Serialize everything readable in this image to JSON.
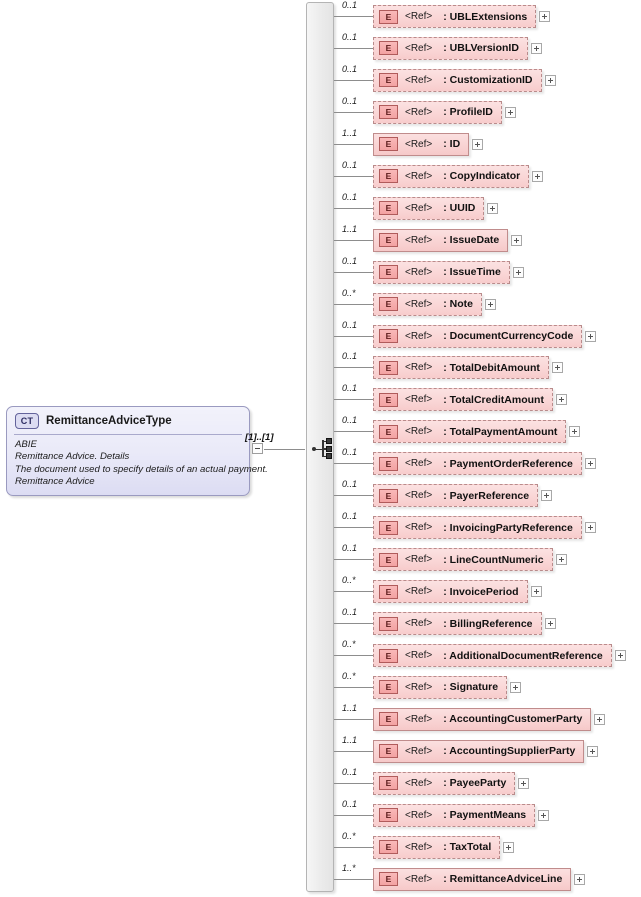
{
  "diagram": {
    "kind": "xsd-schema-diagram",
    "root_type": {
      "badge": "CT",
      "name": "RemittanceAdviceType",
      "documentation": [
        "ABIE",
        "Remittance Advice. Details",
        "The document used to specify details of an actual payment.",
        "Remittance Advice"
      ],
      "occurs": "[1]..[1]",
      "collapse_icon": "minus-icon"
    },
    "compositor": {
      "icon": "sequence-icon",
      "type": "sequence"
    },
    "elements": [
      {
        "occurs": "0..1",
        "badge": "E",
        "ref": "<Ref>",
        "name": ": UBLExtensions",
        "required": false
      },
      {
        "occurs": "0..1",
        "badge": "E",
        "ref": "<Ref>",
        "name": ": UBLVersionID",
        "required": false
      },
      {
        "occurs": "0..1",
        "badge": "E",
        "ref": "<Ref>",
        "name": ": CustomizationID",
        "required": false
      },
      {
        "occurs": "0..1",
        "badge": "E",
        "ref": "<Ref>",
        "name": ": ProfileID",
        "required": false
      },
      {
        "occurs": "1..1",
        "badge": "E",
        "ref": "<Ref>",
        "name": ": ID",
        "required": true
      },
      {
        "occurs": "0..1",
        "badge": "E",
        "ref": "<Ref>",
        "name": ": CopyIndicator",
        "required": false
      },
      {
        "occurs": "0..1",
        "badge": "E",
        "ref": "<Ref>",
        "name": ": UUID",
        "required": false
      },
      {
        "occurs": "1..1",
        "badge": "E",
        "ref": "<Ref>",
        "name": ": IssueDate",
        "required": true
      },
      {
        "occurs": "0..1",
        "badge": "E",
        "ref": "<Ref>",
        "name": ": IssueTime",
        "required": false
      },
      {
        "occurs": "0..*",
        "badge": "E",
        "ref": "<Ref>",
        "name": ": Note",
        "required": false
      },
      {
        "occurs": "0..1",
        "badge": "E",
        "ref": "<Ref>",
        "name": ": DocumentCurrencyCode",
        "required": false
      },
      {
        "occurs": "0..1",
        "badge": "E",
        "ref": "<Ref>",
        "name": ": TotalDebitAmount",
        "required": false
      },
      {
        "occurs": "0..1",
        "badge": "E",
        "ref": "<Ref>",
        "name": ": TotalCreditAmount",
        "required": false
      },
      {
        "occurs": "0..1",
        "badge": "E",
        "ref": "<Ref>",
        "name": ": TotalPaymentAmount",
        "required": false
      },
      {
        "occurs": "0..1",
        "badge": "E",
        "ref": "<Ref>",
        "name": ": PaymentOrderReference",
        "required": false
      },
      {
        "occurs": "0..1",
        "badge": "E",
        "ref": "<Ref>",
        "name": ": PayerReference",
        "required": false
      },
      {
        "occurs": "0..1",
        "badge": "E",
        "ref": "<Ref>",
        "name": ": InvoicingPartyReference",
        "required": false
      },
      {
        "occurs": "0..1",
        "badge": "E",
        "ref": "<Ref>",
        "name": ": LineCountNumeric",
        "required": false
      },
      {
        "occurs": "0..*",
        "badge": "E",
        "ref": "<Ref>",
        "name": ": InvoicePeriod",
        "required": false
      },
      {
        "occurs": "0..1",
        "badge": "E",
        "ref": "<Ref>",
        "name": ": BillingReference",
        "required": false
      },
      {
        "occurs": "0..*",
        "badge": "E",
        "ref": "<Ref>",
        "name": ": AdditionalDocumentReference",
        "required": false
      },
      {
        "occurs": "0..*",
        "badge": "E",
        "ref": "<Ref>",
        "name": ": Signature",
        "required": false
      },
      {
        "occurs": "1..1",
        "badge": "E",
        "ref": "<Ref>",
        "name": ": AccountingCustomerParty",
        "required": true
      },
      {
        "occurs": "1..1",
        "badge": "E",
        "ref": "<Ref>",
        "name": ": AccountingSupplierParty",
        "required": true
      },
      {
        "occurs": "0..1",
        "badge": "E",
        "ref": "<Ref>",
        "name": ": PayeeParty",
        "required": false
      },
      {
        "occurs": "0..1",
        "badge": "E",
        "ref": "<Ref>",
        "name": ": PaymentMeans",
        "required": false
      },
      {
        "occurs": "0..*",
        "badge": "E",
        "ref": "<Ref>",
        "name": ": TaxTotal",
        "required": false
      },
      {
        "occurs": "1..*",
        "badge": "E",
        "ref": "<Ref>",
        "name": ": RemittanceAdviceLine",
        "required": true
      }
    ],
    "colors": {
      "element_fill": "#f9d4d4",
      "element_border_required": "#c08c8c",
      "element_border_optional": "#b98b8b",
      "type_fill": "#e9e9f8",
      "type_border": "#9a9ac0",
      "bracket_fill": "#ededed",
      "connector_line": "#8d8d8d"
    }
  }
}
